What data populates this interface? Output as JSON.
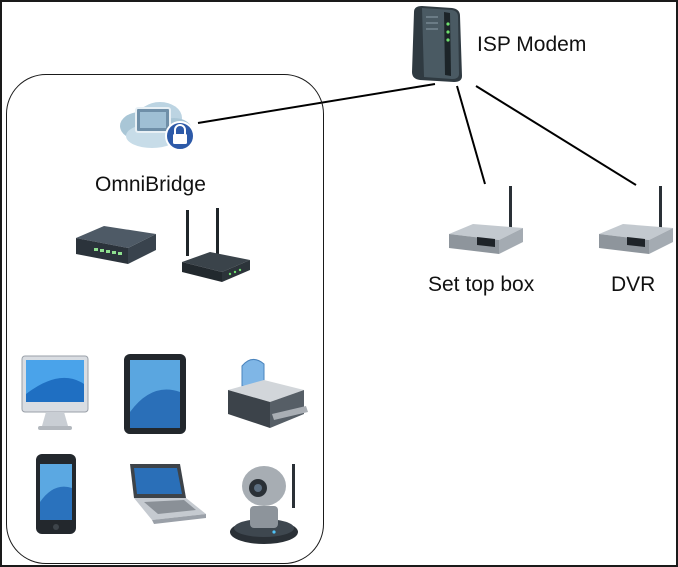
{
  "diagram": {
    "nodes": {
      "isp_modem": {
        "label": "ISP Modem",
        "icon": "cable-modem-icon"
      },
      "omnibridge": {
        "label": "OmniBridge",
        "icon": "cloud-lock-icon"
      },
      "set_top_box": {
        "label": "Set top box",
        "icon": "set-top-box-icon"
      },
      "dvr": {
        "label": "DVR",
        "icon": "dvr-icon"
      }
    },
    "group_devices": [
      "network-switch-icon",
      "wifi-router-icon",
      "monitor-icon",
      "tablet-icon",
      "printer-icon",
      "smartphone-icon",
      "laptop-icon",
      "ip-camera-icon"
    ],
    "connections": [
      [
        "isp_modem",
        "omnibridge"
      ],
      [
        "isp_modem",
        "set_top_box"
      ],
      [
        "isp_modem",
        "dvr"
      ]
    ],
    "colors": {
      "line": "#000000",
      "device_gray": "#9aa0a8",
      "screen_blue": "#2a7fd1"
    }
  }
}
